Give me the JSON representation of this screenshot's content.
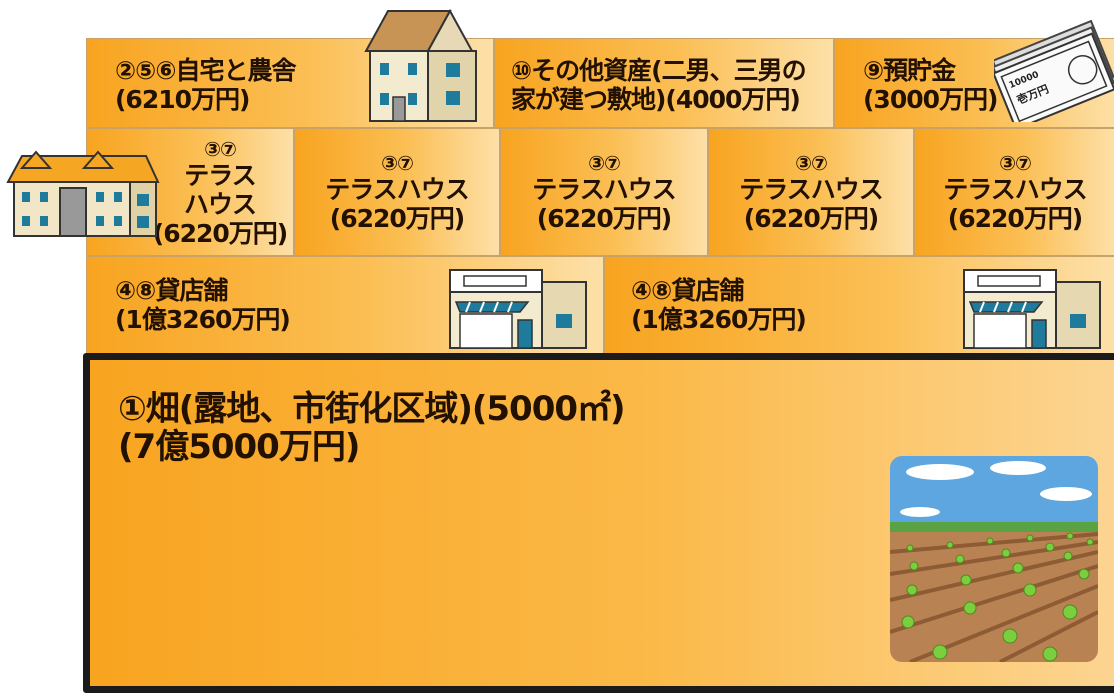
{
  "top_row": {
    "home": {
      "line1": "②⑤⑥自宅と農舎",
      "line2": "(6210万円)"
    },
    "other_assets": {
      "line1": "⑩その他資産(二男、三男の",
      "line2": "家が建つ敷地)(4000万円)"
    },
    "deposits": {
      "line1": "⑨預貯金",
      "line2": "(3000万円)"
    }
  },
  "terrace_row": {
    "items": [
      {
        "num": "③⑦",
        "line1": "テラス",
        "line2": "ハウス",
        "price": "(6220万円)"
      },
      {
        "num": "③⑦",
        "line1": "テラスハウス",
        "price": "(6220万円)"
      },
      {
        "num": "③⑦",
        "line1": "テラスハウス",
        "price": "(6220万円)"
      },
      {
        "num": "③⑦",
        "line1": "テラスハウス",
        "price": "(6220万円)"
      },
      {
        "num": "③⑦",
        "line1": "テラスハウス",
        "price": "(6220万円)"
      }
    ]
  },
  "shop_row": {
    "items": [
      {
        "line1": "④⑧貸店舗",
        "line2": "(1億3260万円)"
      },
      {
        "line1": "④⑧貸店舗",
        "line2": "(1億3260万円)"
      }
    ]
  },
  "field": {
    "line1": "①畑(露地、市街化区域)(5000㎡)",
    "line2": "(7億5000万円)"
  },
  "banknote": {
    "label": "壱万円",
    "number": "10000"
  },
  "icons": [
    "house-icon",
    "apartment-icon",
    "shop-icon",
    "banknote-icon",
    "farm-field-icon"
  ]
}
